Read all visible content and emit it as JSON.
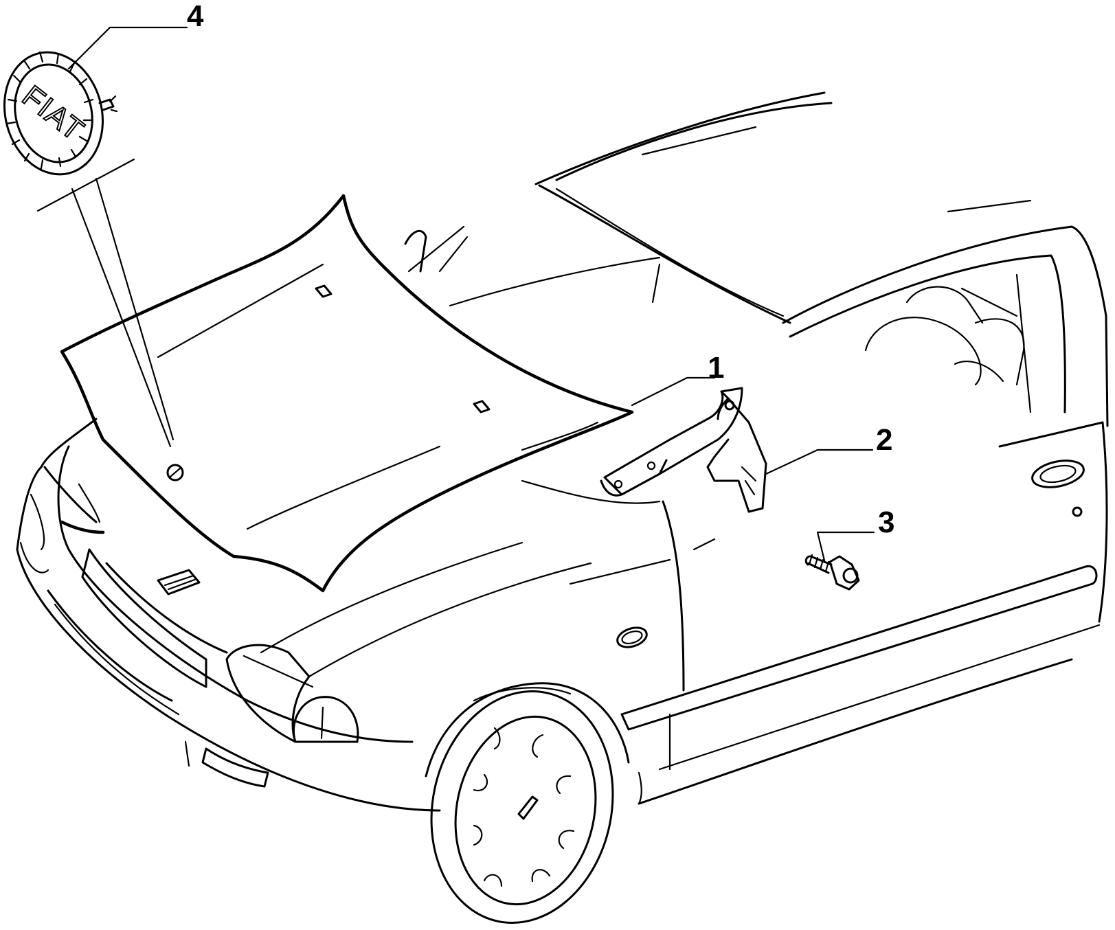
{
  "emblem": {
    "text": "FIAT"
  },
  "callouts": [
    {
      "id": "1",
      "label": "1"
    },
    {
      "id": "2",
      "label": "2"
    },
    {
      "id": "3",
      "label": "3"
    },
    {
      "id": "4",
      "label": "4"
    }
  ],
  "colors": {
    "line": "#000000",
    "background": "#ffffff"
  }
}
